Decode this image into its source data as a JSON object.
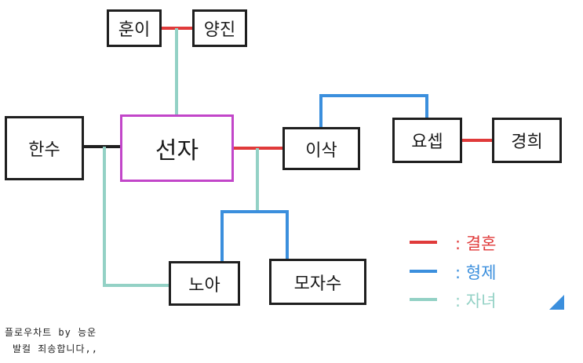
{
  "colors": {
    "marriage": "#e03a3a",
    "sibling": "#3b8fdd",
    "child": "#93d1c5",
    "box_border": "#1f1f1f",
    "focus_border": "#c246c9"
  },
  "people": {
    "huni": "훈이",
    "yangjin": "양진",
    "hansu": "한수",
    "sunja": "선자",
    "isak": "이삭",
    "yoseb": "요셉",
    "kyunghee": "경희",
    "noa": "노아",
    "mozasu": "모자수"
  },
  "legend": {
    "marriage": ": 결혼",
    "sibling": ": 형제",
    "child": ": 자녀"
  },
  "credit": {
    "line1": "플로우차트 by 능운",
    "line2": "발컬 죄송합니다,,"
  },
  "corner_icon": "triangle-fold-icon"
}
